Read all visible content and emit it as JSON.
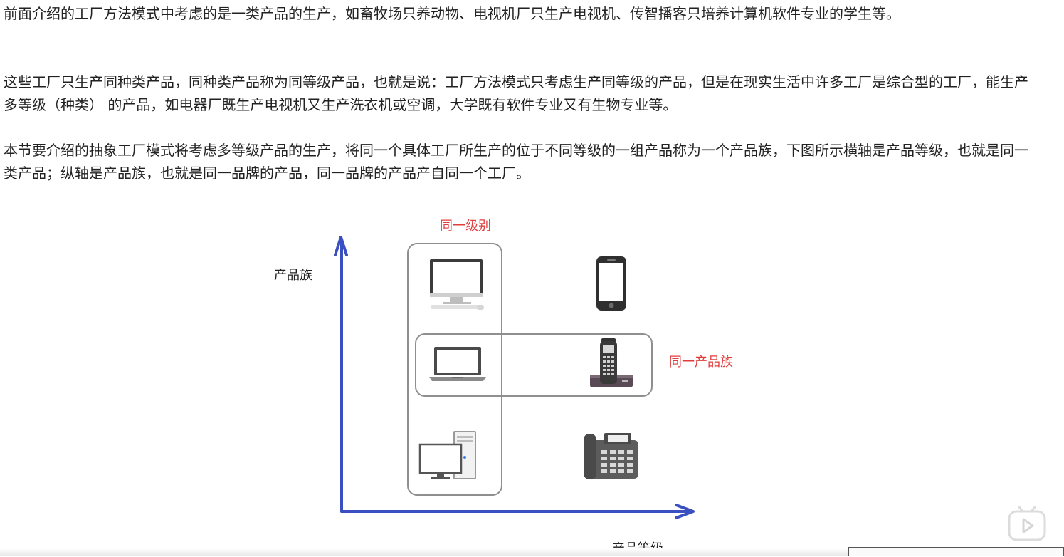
{
  "paragraphs": {
    "p1": "前面介绍的工厂方法模式中考虑的是一类产品的生产，如畜牧场只养动物、电视机厂只生产电视机、传智播客只培养计算机软件专业的学生等。",
    "p2": "这些工厂只生产同种类产品，同种类产品称为同等级产品，也就是说：工厂方法模式只考虑生产同等级的产品，但是在现实生活中许多工厂是综合型的工厂，能生产多等级（种类） 的产品，如电器厂既生产电视机又生产洗衣机或空调，大学既有软件专业又有生物专业等。",
    "p3": "本节要介绍的抽象工厂模式将考虑多等级产品的生产，将同一个具体工厂所生产的位于不同等级的一组产品称为一个产品族，下图所示横轴是产品等级，也就是同一类产品；纵轴是产品族，也就是同一品牌的产品，同一品牌的产品产自同一个工厂。"
  },
  "diagram": {
    "same_level_label": "同一级别",
    "y_axis_label": "产品族",
    "same_family_label": "同一产品族",
    "x_axis_label": "产品等级",
    "icons": [
      "monitor-icon",
      "smartphone-icon",
      "laptop-icon",
      "cordless-phone-icon",
      "desktop-pc-icon",
      "desk-phone-icon"
    ],
    "colors": {
      "axis": "#3a4fc0",
      "highlight_label": "#e03d3d",
      "box": "#8f8f8f"
    }
  },
  "overlay": {
    "icons": [
      "video-play-icon"
    ]
  }
}
